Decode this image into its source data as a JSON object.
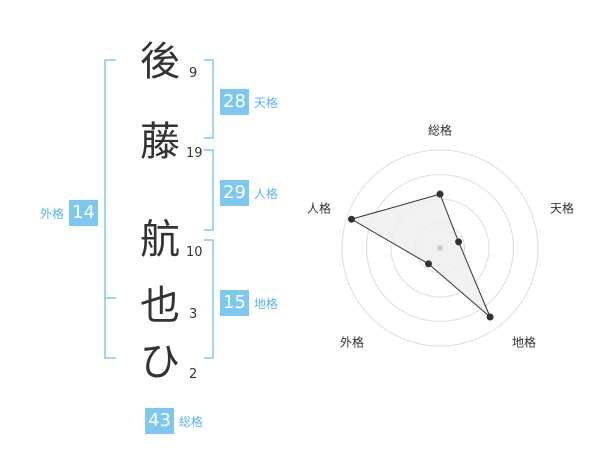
{
  "characters": [
    {
      "char": "後",
      "strokes": "9"
    },
    {
      "char": "藤",
      "strokes": "19"
    },
    {
      "char": "航",
      "strokes": "10"
    },
    {
      "char": "也",
      "strokes": "3"
    },
    {
      "char": "ひ",
      "strokes": "2"
    }
  ],
  "fortunes": {
    "tenkaku": {
      "value": "28",
      "label": "天格"
    },
    "jinkaku": {
      "value": "29",
      "label": "人格"
    },
    "chikaku": {
      "value": "15",
      "label": "地格"
    },
    "gaikaku": {
      "value": "14",
      "label": "外格"
    },
    "soukaku": {
      "value": "43",
      "label": "総格"
    }
  },
  "colors": {
    "accent": "#7ec8f0",
    "bracket": "#7ec8f0",
    "label": "#5bb5e6"
  },
  "chart_data": {
    "type": "radar",
    "axes": [
      "総格",
      "天格",
      "地格",
      "外格",
      "人格"
    ],
    "values": [
      0.55,
      0.2,
      0.87,
      0.2,
      0.95
    ],
    "max": 1
  }
}
